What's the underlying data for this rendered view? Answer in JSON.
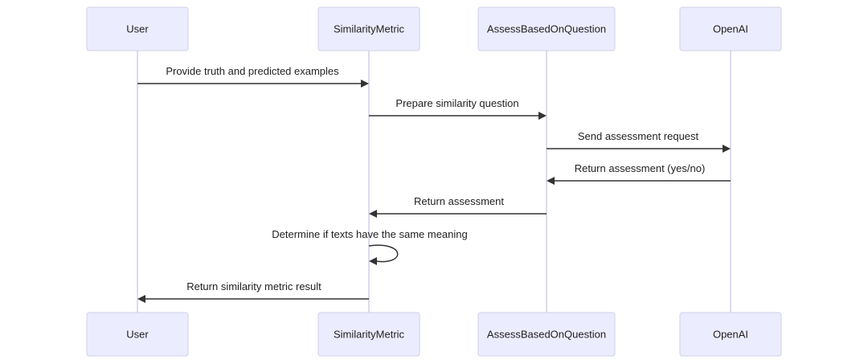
{
  "participants": [
    {
      "label": "User"
    },
    {
      "label": "SimilarityMetric"
    },
    {
      "label": "AssessBasedOnQuestion"
    },
    {
      "label": "OpenAI"
    }
  ],
  "messages": [
    {
      "from": 0,
      "to": 1,
      "label": "Provide truth and predicted examples"
    },
    {
      "from": 1,
      "to": 2,
      "label": "Prepare similarity question"
    },
    {
      "from": 2,
      "to": 3,
      "label": "Send assessment request"
    },
    {
      "from": 3,
      "to": 2,
      "label": "Return assessment (yes/no)"
    },
    {
      "from": 2,
      "to": 1,
      "label": "Return assessment"
    },
    {
      "from": 1,
      "to": 1,
      "label": "Determine if texts have the same meaning"
    },
    {
      "from": 1,
      "to": 0,
      "label": "Return similarity metric result"
    }
  ]
}
